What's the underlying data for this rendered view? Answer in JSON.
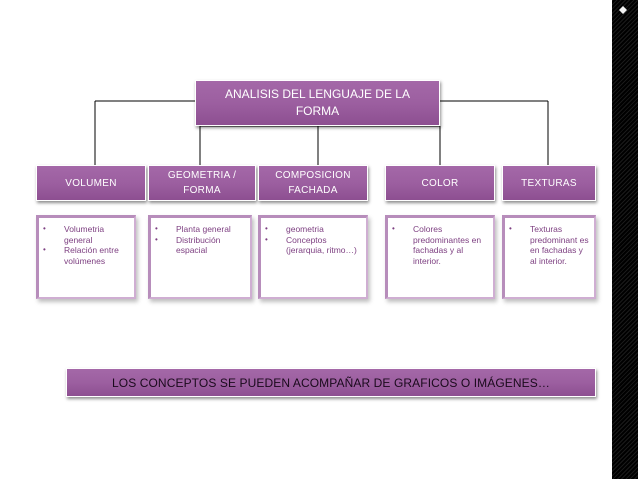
{
  "root": {
    "title": "ANALISIS DEL LENGUAJE DE LA FORMA"
  },
  "categories": [
    {
      "id": "volumen",
      "label": "VOLUMEN",
      "items": [
        "Volumetria general",
        "Relación entre volúmenes"
      ]
    },
    {
      "id": "geometria",
      "label": "GEOMETRIA / FORMA",
      "items": [
        "Planta general",
        "Distribución espacial"
      ]
    },
    {
      "id": "composicion",
      "label": "COMPOSICION FACHADA",
      "items": [
        "geometria",
        "Conceptos (jerarquia, ritmo…)"
      ]
    },
    {
      "id": "color",
      "label": "COLOR",
      "items": [
        "Colores predominantes en fachadas y al interior."
      ]
    },
    {
      "id": "texturas",
      "label": "TEXTURAS",
      "items": [
        "Texturas predominant es en fachadas y al interior."
      ]
    }
  ],
  "note": {
    "text": "LOS CONCEPTOS SE PUEDEN ACOMPAÑAR DE GRAFICOS O IMÁGENES…"
  },
  "style": {
    "box_color": "#9c5fa0",
    "text_color": "#7d3f81",
    "line_color": "#000000",
    "bullet_glyph": "•"
  }
}
